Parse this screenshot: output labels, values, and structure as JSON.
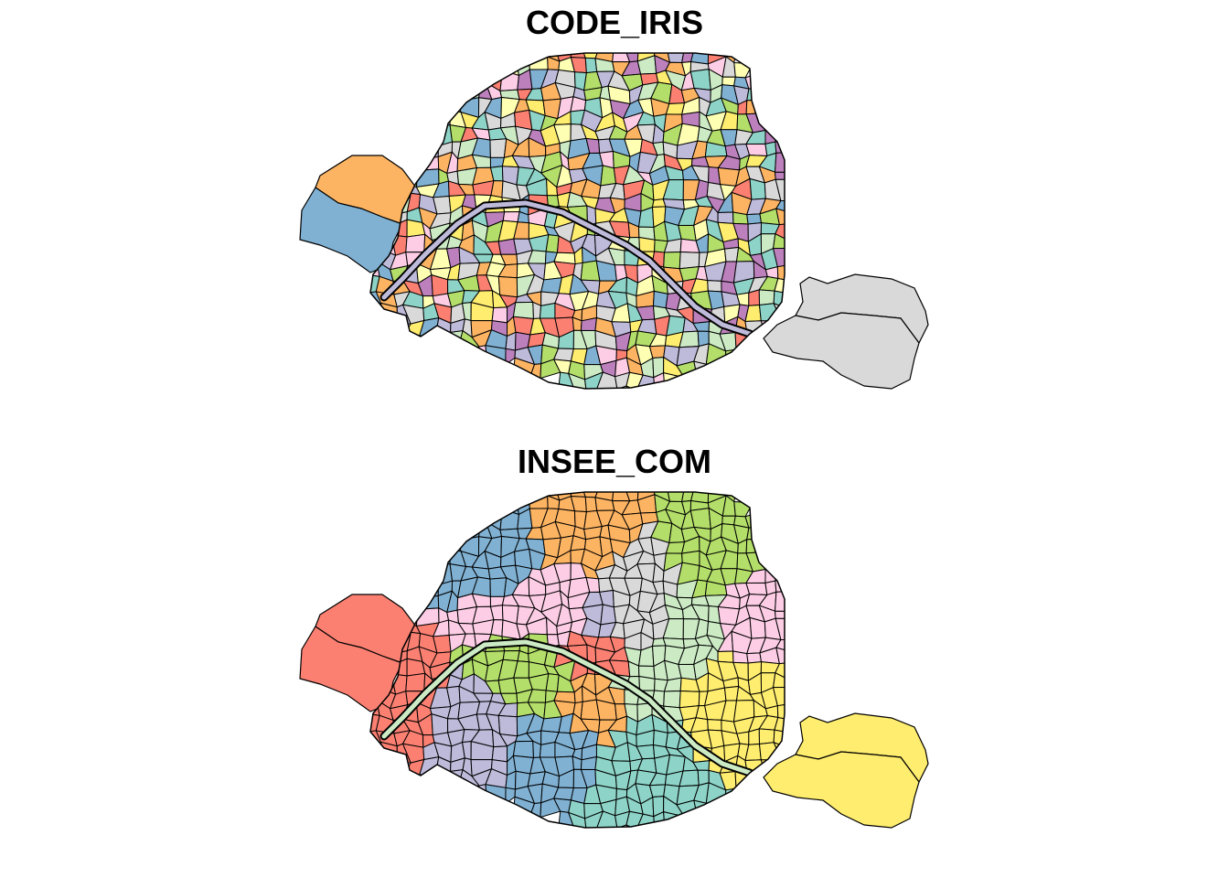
{
  "maps": [
    {
      "title": "CODE_IRIS",
      "fill_variable": "CODE_IRIS",
      "coloring": "per-iris-unit",
      "bois_fill": "#d9d9d9"
    },
    {
      "title": "INSEE_COM",
      "fill_variable": "INSEE_COM",
      "coloring": "per-arrondissement",
      "bois_fill": "#ffed6f"
    }
  ],
  "palette": [
    "#8dd3c7",
    "#ffffb3",
    "#bebada",
    "#fb8072",
    "#80b1d3",
    "#fdb462",
    "#b3de69",
    "#fccde5",
    "#d9d9d9",
    "#bc80bd",
    "#ccebc5",
    "#ffed6f"
  ],
  "arrondissement_colors": {
    "1": "#fb8072",
    "2": "#bebada",
    "3": "#d9d9d9",
    "4": "#ccebc5",
    "5": "#fdb462",
    "6": "#b3de69",
    "7": "#b3de69",
    "8": "#fccde5",
    "9": "#fccde5",
    "10": "#d9d9d9",
    "11": "#ccebc5",
    "12": "#ffed6f",
    "13": "#8dd3c7",
    "14": "#80b1d3",
    "15": "#bebada",
    "16": "#fb8072",
    "17": "#80b1d3",
    "18": "#fdb462",
    "19": "#b3de69",
    "20": "#fccde5"
  },
  "outline_color": "#000000",
  "background": "#ffffff"
}
